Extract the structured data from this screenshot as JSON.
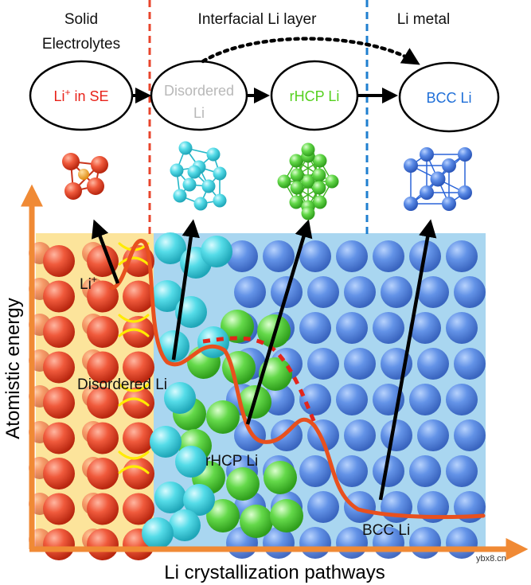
{
  "headers": {
    "solid_line1": "Solid",
    "solid_line2": "Electrolytes",
    "interfacial": "Interfacial Li layer",
    "metal": "Li metal"
  },
  "nodes": {
    "li_in_se_prefix": "Li",
    "li_in_se_sup": "+",
    "li_in_se_suffix": " in SE",
    "disordered_line1": "Disordered",
    "disordered_line2": "Li",
    "rhcp": "rHCP Li",
    "bcc": "BCC Li"
  },
  "curve_labels": {
    "li_plus": "Li",
    "li_plus_sup": "+",
    "disordered": "Disordered Li",
    "rhcp": "rHCP Li",
    "bcc": "BCC Li"
  },
  "axes": {
    "y_label": "Atomistic energy",
    "x_label": "Li crystallization pathways"
  },
  "watermark": "ybx8.cn",
  "colors": {
    "se_region": "#fce49b",
    "li_region": "#a9d6f0",
    "energy_curve": "#e8501e",
    "axis": "#f08a35",
    "red_divider": "#e8452c",
    "blue_divider": "#1f7fcf",
    "li_in_se_text": "#e8231a",
    "disordered_text": "#b8b8b8",
    "rhcp_text": "#55d01e",
    "bcc_text": "#1f6fd8",
    "red_atom": "#e0391f",
    "cyan_atom": "#3ed5e3",
    "green_atom": "#44cc2a",
    "blue_atom": "#2a64d8",
    "hopping_marks": "#ffeb00"
  }
}
